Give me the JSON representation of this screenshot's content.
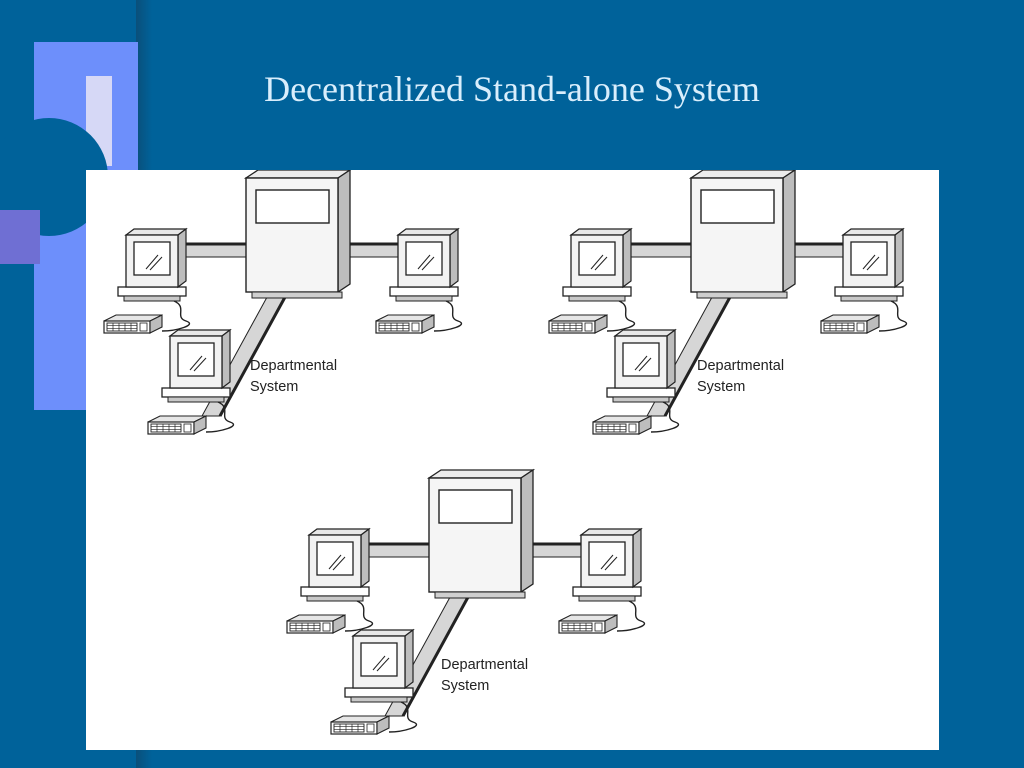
{
  "slide": {
    "title": "Decentralized Stand-alone System"
  },
  "diagram": {
    "nodes": [
      {
        "id": "system-1",
        "label_line1": "Departmental",
        "label_line2": "System",
        "terminals": 3
      },
      {
        "id": "system-2",
        "label_line1": "Departmental",
        "label_line2": "System",
        "terminals": 3
      },
      {
        "id": "system-3",
        "label_line1": "Departmental",
        "label_line2": "System",
        "terminals": 3
      }
    ]
  },
  "colors": {
    "background": "#00629a",
    "title": "#d9eefc",
    "panel": "#ffffff",
    "accent_blue": "#6d8ffb",
    "accent_purple": "#6f6fd3"
  }
}
